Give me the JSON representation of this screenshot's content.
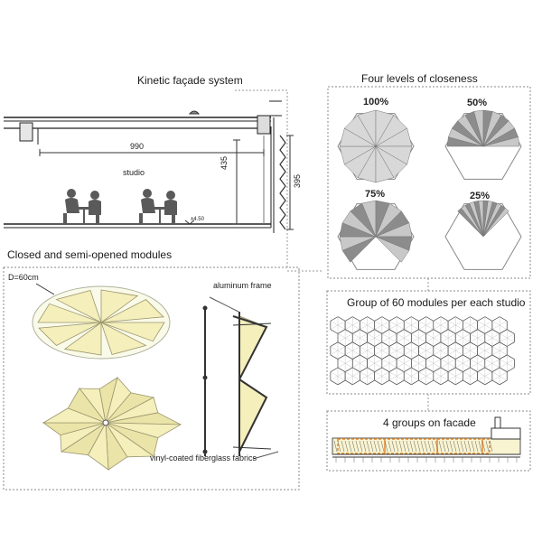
{
  "titles": {
    "kinetic": "Kinetic façade system",
    "closeness": "Four levels of closeness",
    "modules": "Closed and semi-opened modules",
    "group": "Group of 60 modules per each studio",
    "facade": "4 groups on facade"
  },
  "section": {
    "width_dim": "990",
    "room_label": "studio",
    "height_dim": "435",
    "facade_dim": "395",
    "level_mark": "±4.50"
  },
  "closeness_levels": [
    "100%",
    "50%",
    "75%",
    "25%"
  ],
  "modules": {
    "diameter": "D=60cm",
    "frame_label": "aluminum frame",
    "fabric_label": "vinyl-coated fiberglass fabrics"
  },
  "colors": {
    "fabric_fill": "#f4efbb",
    "fabric_stroke": "#9c9670",
    "facade_orange": "#e38a2e",
    "panel_border": "#8a8a8a"
  }
}
